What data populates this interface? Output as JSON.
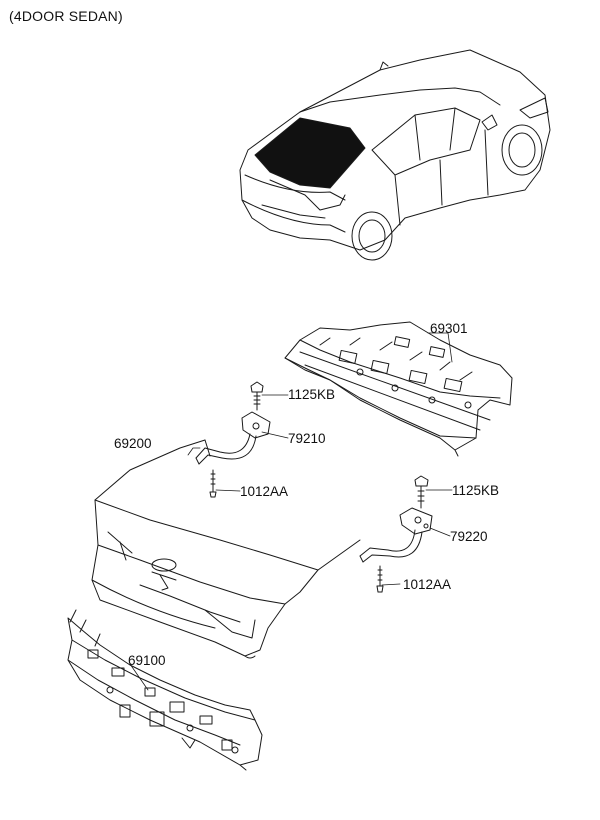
{
  "header": {
    "variant": "(4DOOR SEDAN)"
  },
  "parts": {
    "p69301": "69301",
    "p1125KB_a": "1125KB",
    "p79210": "79210",
    "p69200": "69200",
    "p1012AA_a": "1012AA",
    "p1125KB_b": "1125KB",
    "p79220": "79220",
    "p1012AA_b": "1012AA",
    "p69100": "69100"
  }
}
